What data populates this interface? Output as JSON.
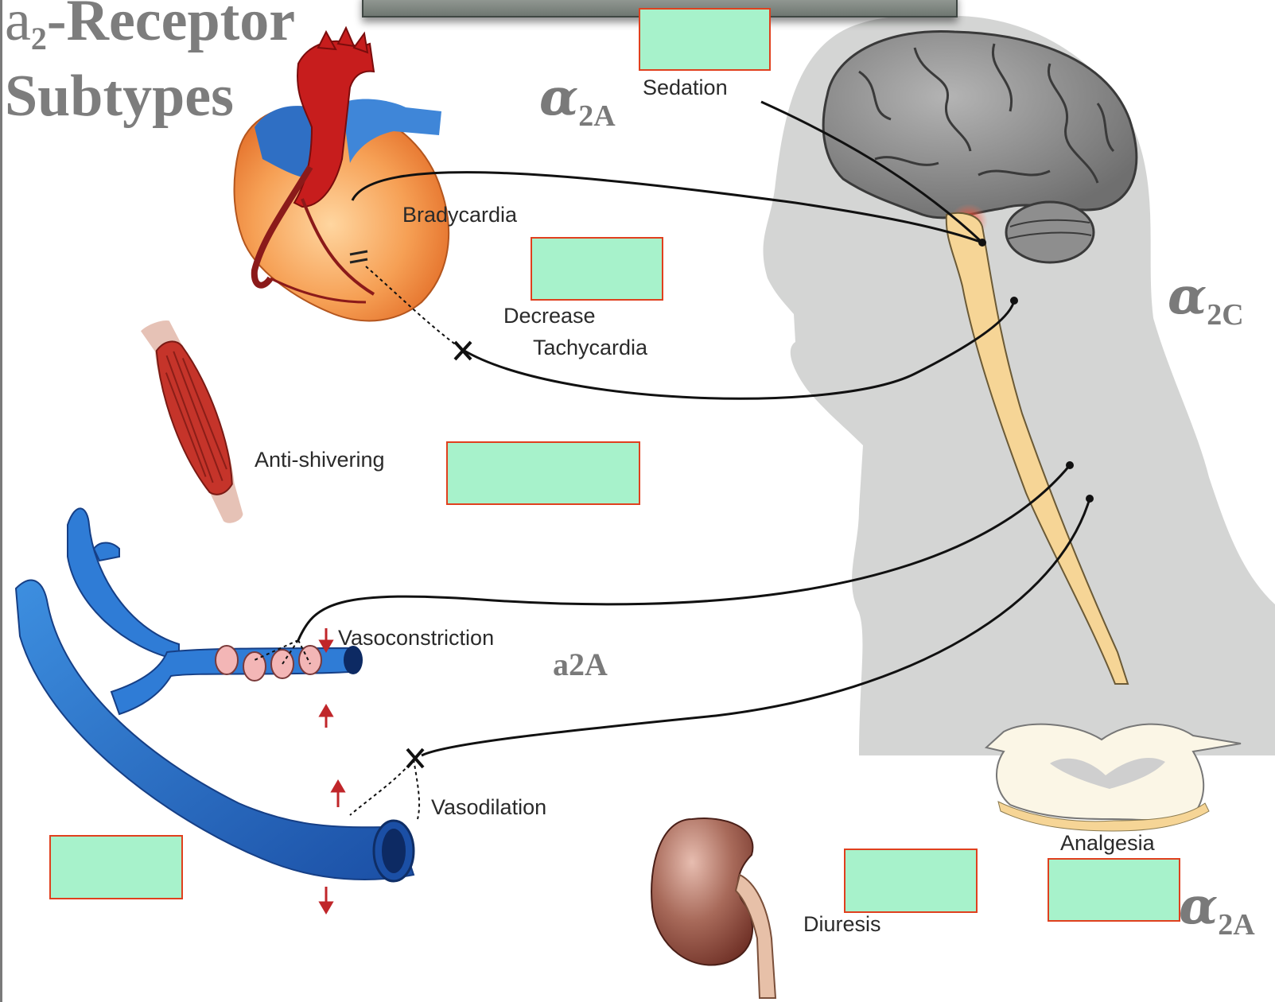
{
  "title": {
    "alpha": "a",
    "sub": "2",
    "line1_rest": "-Receptor",
    "line2": "Subtypes"
  },
  "labels": {
    "sedation": "Sedation",
    "bradycardia": "Bradycardia",
    "decrease": "Decrease",
    "tachycardia": "Tachycardia",
    "anti_shivering": "Anti-shivering",
    "vasoconstriction": "Vasoconstriction",
    "vasodilation": "Vasodilation",
    "diuresis": "Diuresis",
    "analgesia": "Analgesia"
  },
  "subtypes": {
    "top_alpha": "α",
    "top_sub": "2A",
    "right_alpha": "α",
    "right_sub": "2C",
    "bottom_alpha": "α",
    "bottom_sub": "2A",
    "vaso_text": "a2A"
  },
  "colors": {
    "answer_box_fill": "#a7f2cb",
    "answer_box_border": "#e0401e",
    "subtype_text": "#7a7a7a"
  }
}
